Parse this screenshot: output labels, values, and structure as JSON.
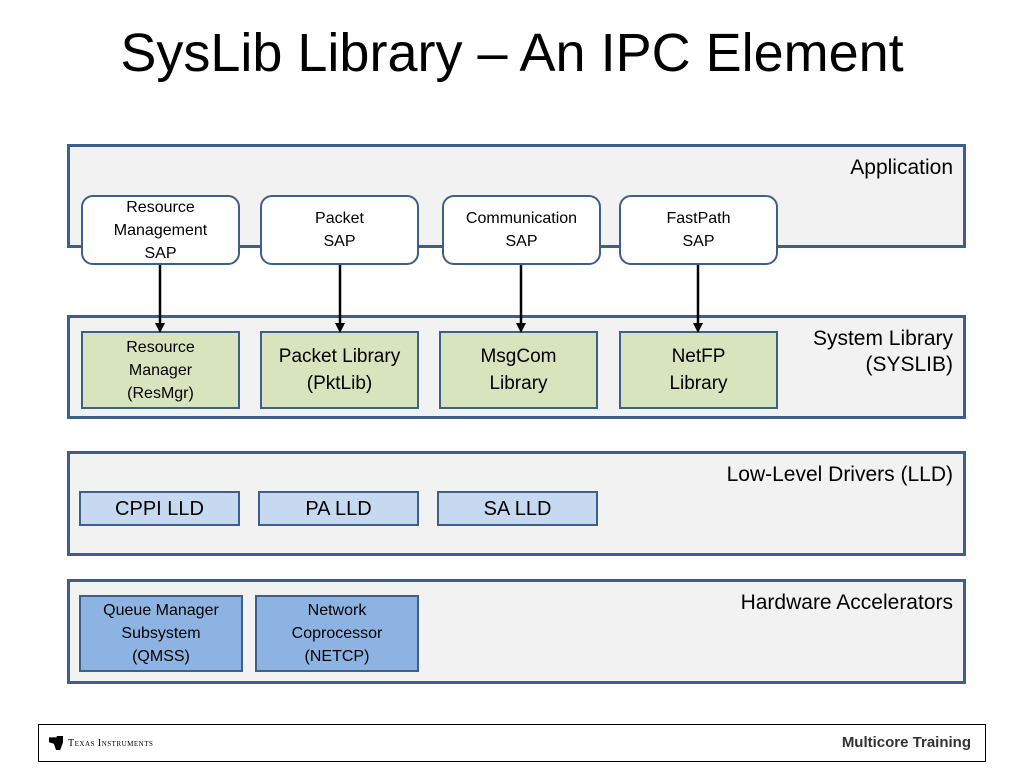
{
  "title": "SysLib Library – An IPC Element",
  "layers": {
    "application": {
      "label": "Application",
      "saps": [
        "Resource\nManagement\nSAP",
        "Packet\nSAP",
        "Communication\nSAP",
        "FastPath\nSAP"
      ]
    },
    "syslib": {
      "label": "System Library\n(SYSLIB)",
      "libraries": [
        "Resource\nManager\n(ResMgr)",
        "Packet Library\n(PktLib)",
        "MsgCom\nLibrary",
        "NetFP\nLibrary"
      ]
    },
    "lld": {
      "label": "Low-Level Drivers (LLD)",
      "drivers": [
        "CPPI LLD",
        "PA LLD",
        "SA LLD"
      ]
    },
    "hardware": {
      "label": "Hardware Accelerators",
      "accelerators": [
        "Queue Manager\nSubsystem\n(QMSS)",
        "Network\nCoprocessor\n(NETCP)"
      ]
    }
  },
  "footer": {
    "logo_text": "Texas Instruments",
    "right_text": "Multicore Training"
  },
  "colors": {
    "border": "#3d5f88",
    "layer_fill": "#f2f2f2",
    "syslib_fill": "#d7e4bd",
    "lld_fill": "#c6d9f1",
    "hw_fill": "#8db3e2"
  }
}
